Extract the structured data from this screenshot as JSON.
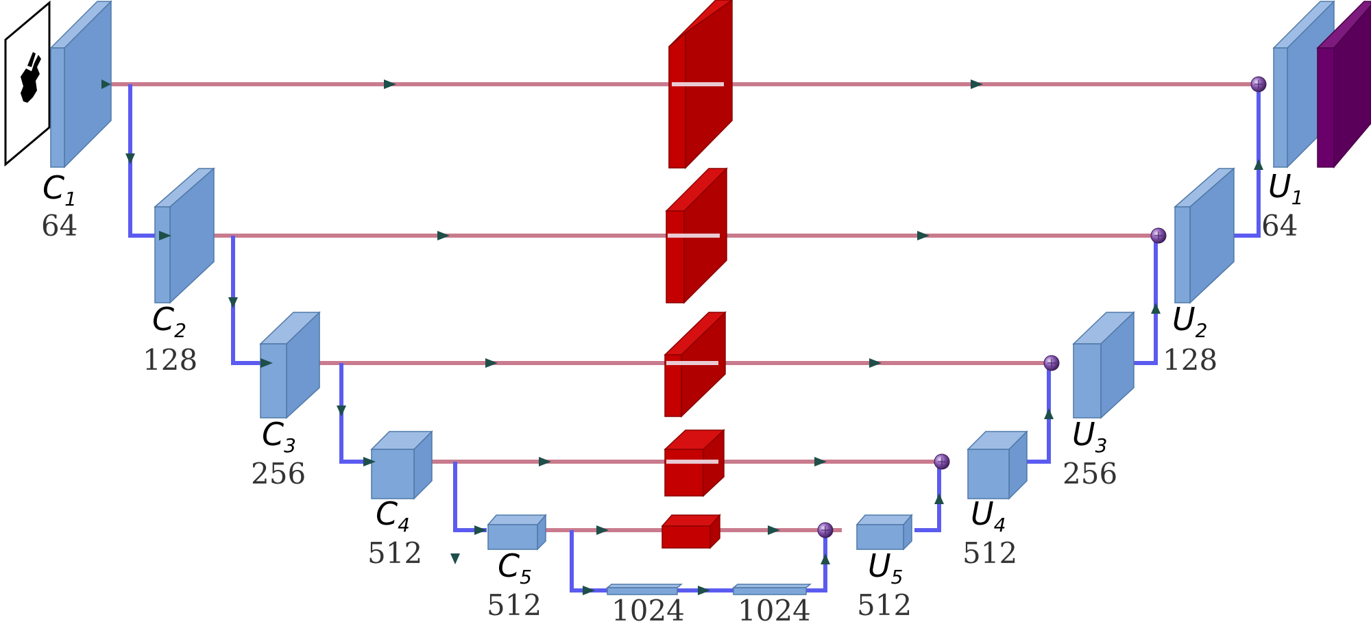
{
  "encoder": [
    {
      "name": "C",
      "sub": "1",
      "channels": "64"
    },
    {
      "name": "C",
      "sub": "2",
      "channels": "128"
    },
    {
      "name": "C",
      "sub": "3",
      "channels": "256"
    },
    {
      "name": "C",
      "sub": "4",
      "channels": "512"
    },
    {
      "name": "C",
      "sub": "5",
      "channels": "512"
    }
  ],
  "decoder": [
    {
      "name": "U",
      "sub": "1",
      "channels": "64"
    },
    {
      "name": "U",
      "sub": "2",
      "channels": "128"
    },
    {
      "name": "U",
      "sub": "3",
      "channels": "256"
    },
    {
      "name": "U",
      "sub": "4",
      "channels": "512"
    },
    {
      "name": "U",
      "sub": "5",
      "channels": "512"
    }
  ],
  "bottleneck": [
    {
      "channels": "1024"
    },
    {
      "channels": "1024"
    }
  ],
  "colors": {
    "feature_map": "#7ea6d8",
    "attention_block": "#c40000",
    "output_map": "#6a006a",
    "skip_connection": "#c97b8e",
    "conv_path": "#5b5bf0",
    "concat_node": "#7b4fa0",
    "arrow": "#1e4f4a"
  },
  "icons": {
    "input_image": "silhouette-image-icon",
    "merge_node": "concat-sphere-icon"
  }
}
